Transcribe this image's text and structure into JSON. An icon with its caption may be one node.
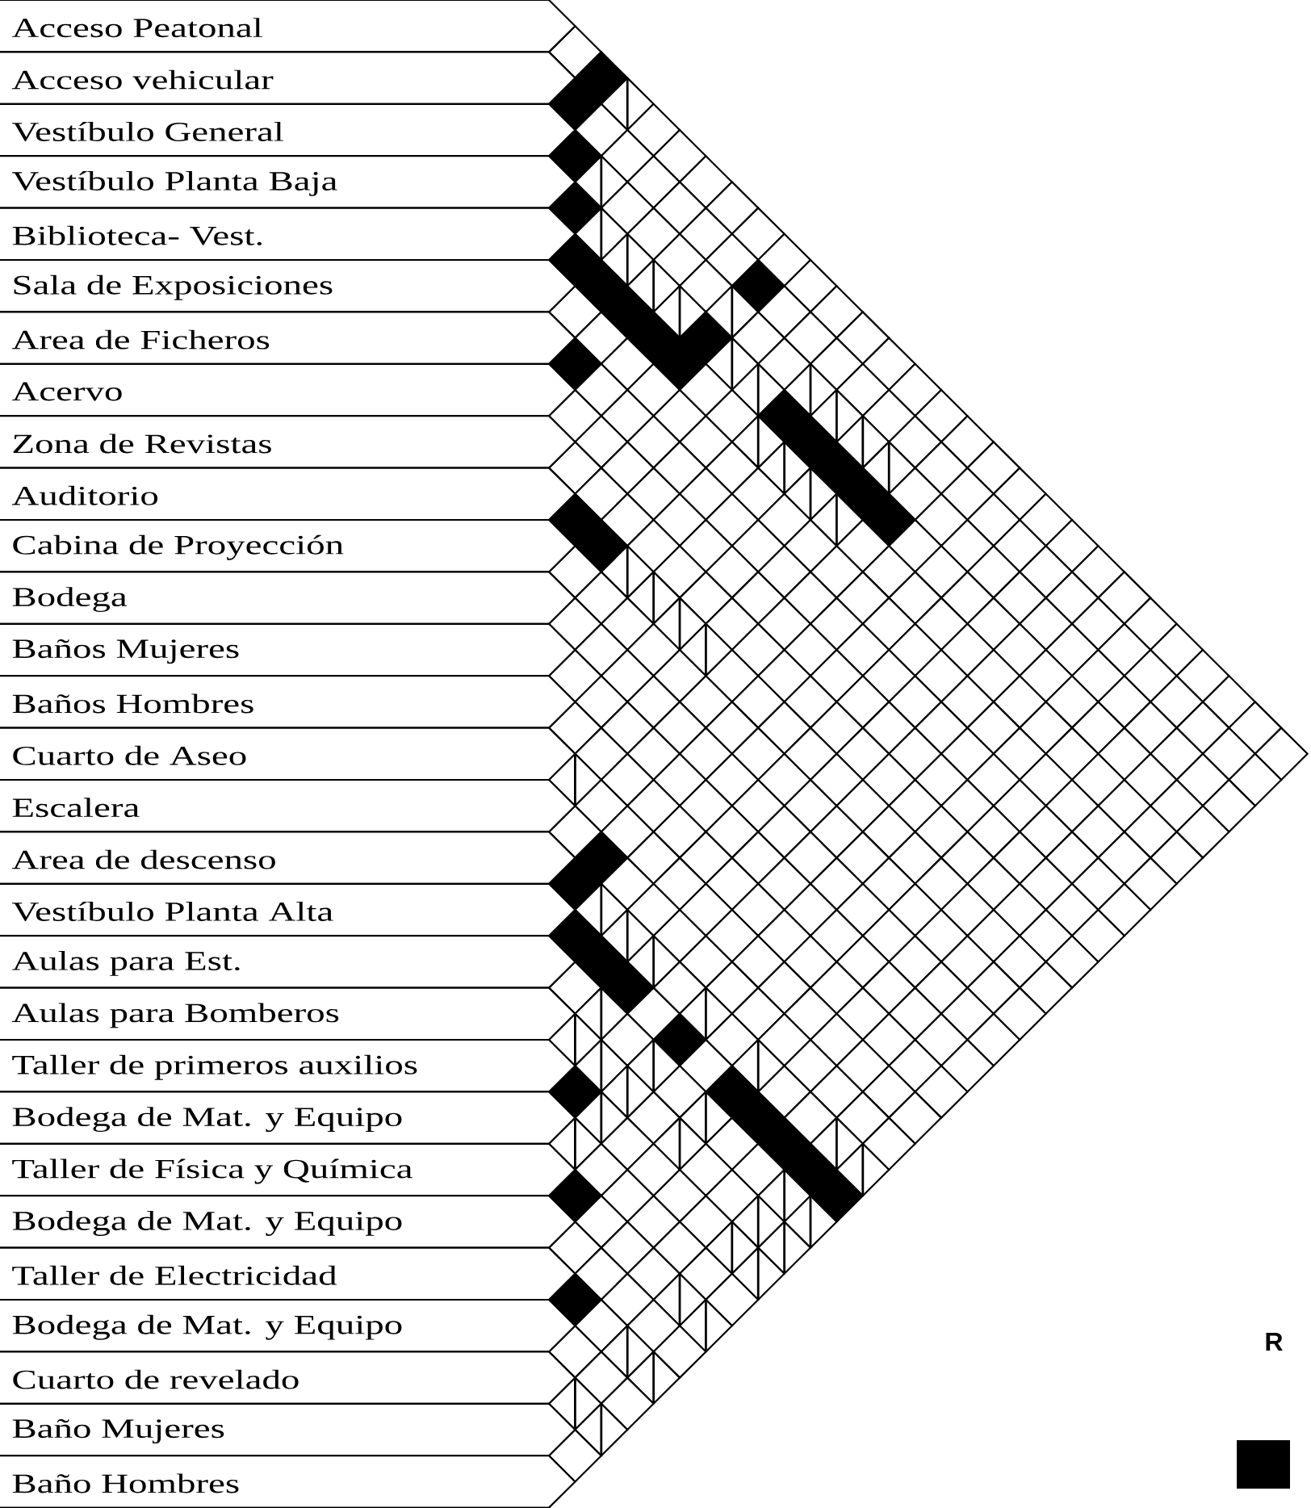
{
  "diagram": {
    "nodes": [
      {
        "text": [
          "Acceso Peatonal"
        ]
      },
      {
        "text": [
          "Acceso vehicular"
        ]
      },
      {
        "text": [
          "Vestíbulo General"
        ]
      },
      {
        "text": [
          "Vestíbulo Planta Baja"
        ]
      },
      {
        "text": [
          "Biblioteca- Vest."
        ]
      },
      {
        "text": [
          "Sala de Exposiciones"
        ]
      },
      {
        "text": [
          "Area de Ficheros"
        ]
      },
      {
        "text": [
          "Acervo"
        ]
      },
      {
        "text": [
          "Zona de Revistas"
        ]
      },
      {
        "text": [
          "Auditorio"
        ]
      },
      {
        "text": [
          "Cabina de Proyección"
        ]
      },
      {
        "text": [
          "Bodega"
        ]
      },
      {
        "text": [
          "Baños Mujeres"
        ]
      },
      {
        "text": [
          "Baños Hombres"
        ]
      },
      {
        "text": [
          "Cuarto de Aseo"
        ]
      },
      {
        "text": [
          "Escalera"
        ]
      },
      {
        "text": [
          "Area de descenso"
        ]
      },
      {
        "text": [
          "Vestíbulo Planta Alta"
        ]
      },
      {
        "text": [
          "Aulas para Est."
        ]
      },
      {
        "text": [
          "Aulas para Bomberos"
        ]
      },
      {
        "text": [
          "Taller de primeros auxilios"
        ]
      },
      {
        "text": [
          "Bodega de Mat. y Equipo"
        ]
      },
      {
        "text": [
          "Taller de Física y Química"
        ]
      },
      {
        "text": [
          "Bodega de Mat. y Equipo"
        ]
      },
      {
        "text": [
          "Taller de Electricidad"
        ]
      },
      {
        "text": [
          "Bodega de Mat. y Equipo"
        ]
      },
      {
        "text": [
          "Cuarto de revelado"
        ]
      },
      {
        "text": [
          "Baño Mujeres"
        ]
      },
      {
        "text": [
          "Baño Hombres"
        ]
      }
    ],
    "labels": [
      "R"
    ]
  }
}
